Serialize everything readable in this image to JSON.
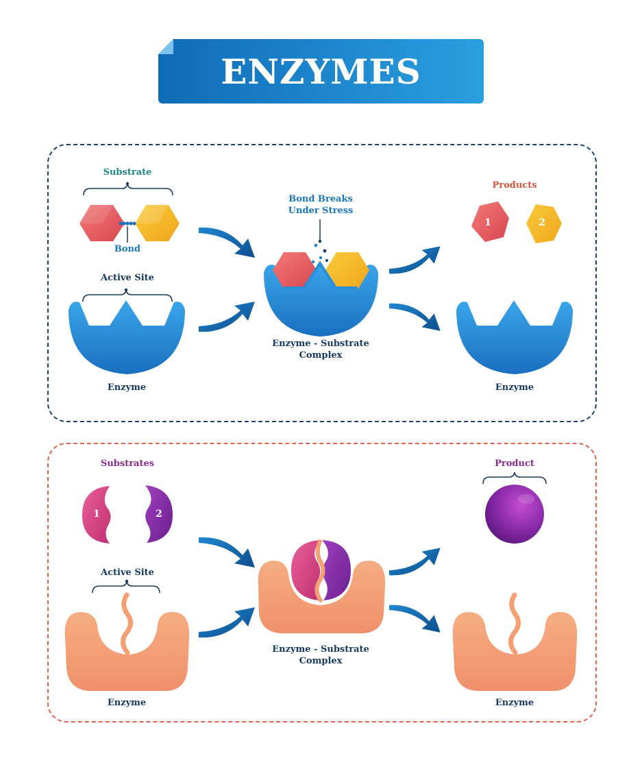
{
  "title": "ENZYMES",
  "top_panel": {
    "substrate_label": "Substrate",
    "bond_label": "Bond",
    "active_site_label": "Active Site",
    "enzyme_label": "Enzyme",
    "bond_breaks_line1": "Bond Breaks",
    "bond_breaks_line2": "Under Stress",
    "complex_line1": "Enzyme - Substrate",
    "complex_line2": "Complex",
    "products_label": "Products",
    "product_1": "1",
    "product_2": "2",
    "enzyme_right_label": "Enzyme"
  },
  "bottom_panel": {
    "substrates_label": "Substrates",
    "substrate_1": "1",
    "substrate_2": "2",
    "active_site_label": "Active Site",
    "enzyme_label": "Enzyme",
    "complex_line1": "Enzyme - Substrate",
    "complex_line2": "Complex",
    "product_label": "Product",
    "enzyme_right_label": "Enzyme"
  },
  "colors": {
    "blue_enzyme": "#2b8fd8",
    "orange_enzyme": "#f4a074",
    "red_substrate": "#e85a62",
    "yellow_substrate": "#f5b324",
    "pink_substrate": "#d6407c",
    "purple_substrate": "#7d2aa0",
    "teal_label": "#1c8a8a",
    "blue_label": "#1978b8",
    "red_label": "#d9533a",
    "purple_label": "#8a2c8f"
  }
}
